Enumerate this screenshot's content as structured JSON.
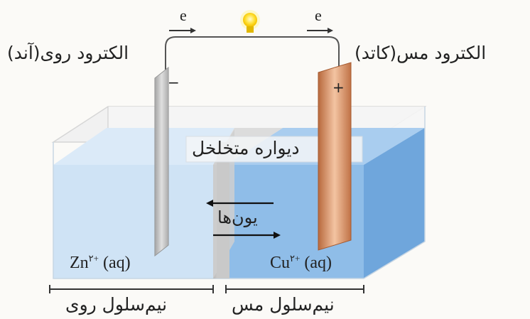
{
  "electron_label": "e",
  "anode": {
    "label": "الکترود روی(آند)",
    "sign": "−"
  },
  "cathode": {
    "label": "الکترود مس(کاتد)",
    "sign": "+"
  },
  "porous_wall": {
    "label": "دیواره متخلخل"
  },
  "ions": {
    "label": "یون‌ها"
  },
  "left_solution": {
    "ion": "Zn",
    "charge": "۲+",
    "state": "(aq)"
  },
  "right_solution": {
    "ion": "Cu",
    "charge": "۲+",
    "state": "(aq)"
  },
  "half_cells": {
    "left": "نیم‌سلول روی",
    "right": "نیم‌سلول مس"
  },
  "colors": {
    "left_solution": "#cfe3f5",
    "right_solution": "#8fbde8",
    "wall": "#c4c4c4",
    "zinc": "#a9a9a9",
    "copper": "#d48a5c",
    "bulb": "#ffe23a"
  }
}
